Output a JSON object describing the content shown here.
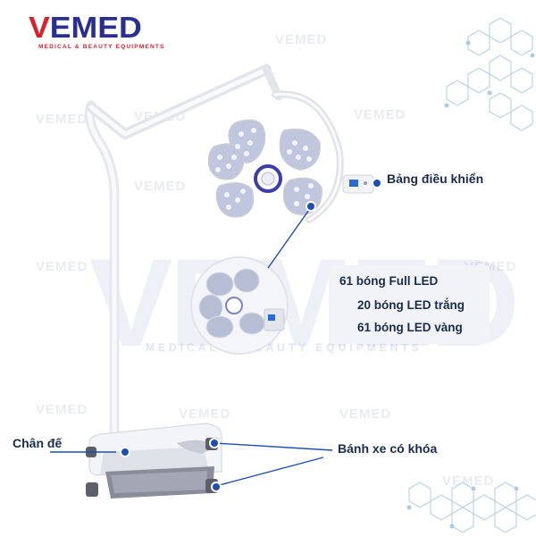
{
  "brand": {
    "logo_prefix": "V",
    "logo_rest": "EMED",
    "tagline": "MEDICAL & BEAUTY EQUIPMENTS",
    "watermark": "VEMED",
    "watermark_sub": "MEDICAL & BEAUTY EQUIPMENTS",
    "primary_color": "#2a2f8f",
    "accent_color": "#d9222a",
    "dot_color": "#1c4fb0"
  },
  "callouts": {
    "control_panel": "Bảng điều khiển",
    "base": "Chân đế",
    "lockable_wheels": "Bánh xe có khóa"
  },
  "specs": {
    "headline": "61 bóng Full LED",
    "white_leds": "20 bóng LED trắng",
    "yellow_leds": "61 bóng LED vàng"
  }
}
